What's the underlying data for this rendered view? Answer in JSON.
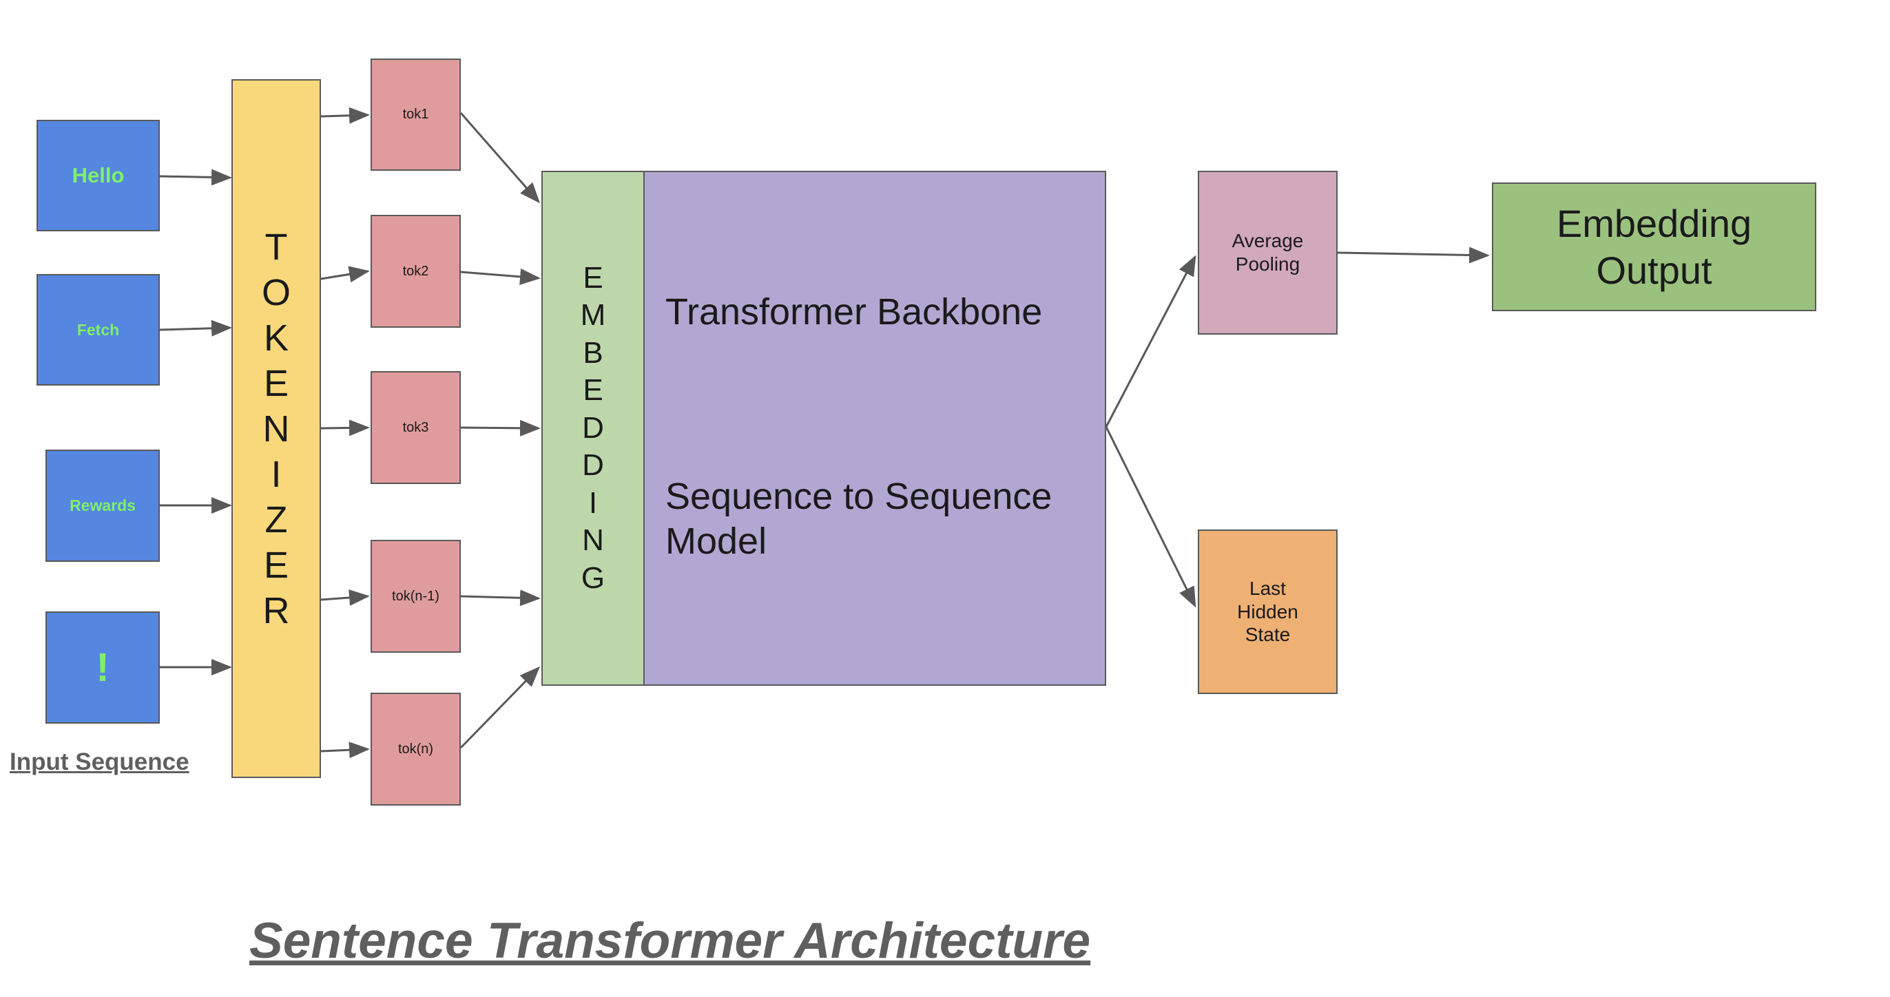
{
  "inputs": [
    "Hello",
    "Fetch",
    "Rewards",
    "!"
  ],
  "input_caption": "Input Sequence",
  "tokenizer_label": "TOKENIZER",
  "tokens": [
    "tok1",
    "tok2",
    "tok3",
    "tok(n-1)",
    "tok(n)"
  ],
  "embedding_label": "EMBEDDING",
  "backbone": {
    "title": "Transformer Backbone",
    "subtitle_line1": "Sequence to Sequence",
    "subtitle_line2": "Model"
  },
  "pooling": {
    "average_line1": "Average",
    "average_line2": "Pooling",
    "last_line1": "Last",
    "last_line2": "Hidden",
    "last_line3": "State"
  },
  "output": {
    "line1": "Embedding",
    "line2": "Output"
  },
  "diagram_title": "Sentence Transformer Architecture",
  "colors": {
    "input_fill": "#5586e0",
    "input_text": "#7ef06b",
    "tokenizer_fill": "#f9d87b",
    "token_fill": "#e09c9c",
    "embedding_fill": "#bdd7ab",
    "backbone_fill": "#b0a8d2",
    "average_pooling_fill": "#d2a8bd",
    "last_hidden_fill": "#efb074",
    "output_fill": "#9bc17f",
    "border": "#595959",
    "arrow": "#595959",
    "caption": "#5f5f5f"
  }
}
